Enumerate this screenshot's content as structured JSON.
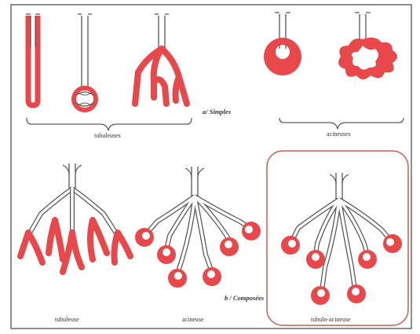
{
  "colors": {
    "secretory": "#e8484a",
    "duct_outline": "#555555",
    "frame": "#444444",
    "highlight": "#cf5a56"
  },
  "sections": {
    "simple": {
      "heading": "a/ Simples",
      "groups": {
        "tubular": "tubuleuses",
        "acinar": "acineuses"
      }
    },
    "compound": {
      "heading": "b / Composées",
      "captions": {
        "tubular": "tubuleuse",
        "acinar": "acineuse",
        "tubuloacinar": "tubulo-acineuse"
      }
    }
  }
}
